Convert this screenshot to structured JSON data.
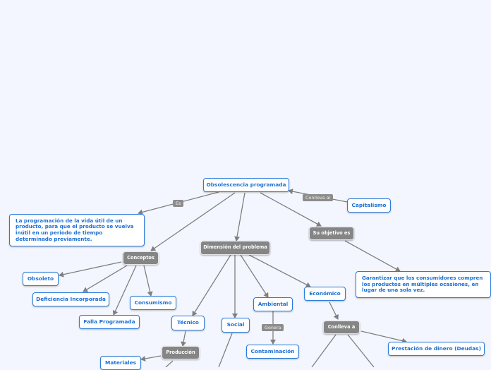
{
  "mindmap": {
    "background": "#f3f6fe",
    "colors": {
      "blue_text": "#1a6fd4",
      "blue_border": "#2a7bdc",
      "grey_node": "#858585",
      "edge": "#7f7f7f"
    },
    "nodes": {
      "root": "Obsolescencia programada",
      "capitalismo": "Capitalismo",
      "definicion": "La programación de la vida útil de un producto, para que el producto se vuelva inútil en un periodo de tiempo determinado previamente.",
      "conceptos": "Conceptos",
      "dimension": "Dimensión del problema",
      "objetivo": "Su objetivo es",
      "garantizar": "Garantizar que los consumidores compren los productos en múltiples ocasiones, en lugar de una sola vez.",
      "obsoleto": "Obsoleto",
      "deficiencia": "Deficiencia Incorporada",
      "consumismo": "Consumismo",
      "falla": "Falla Programada",
      "tecnico": "Técnico",
      "social": "Social",
      "ambiental": "Ambiental",
      "economico": "Económico",
      "contaminacion": "Contaminación",
      "conlleva_a": "Conlleva a",
      "prestacion": "Prestación de dinero (Deudas)",
      "produccion": "Producción",
      "materiales": "Materiales"
    },
    "edge_labels": {
      "es": "Es",
      "conlleva_al": "Conlleva al",
      "genera": "Genera"
    }
  }
}
